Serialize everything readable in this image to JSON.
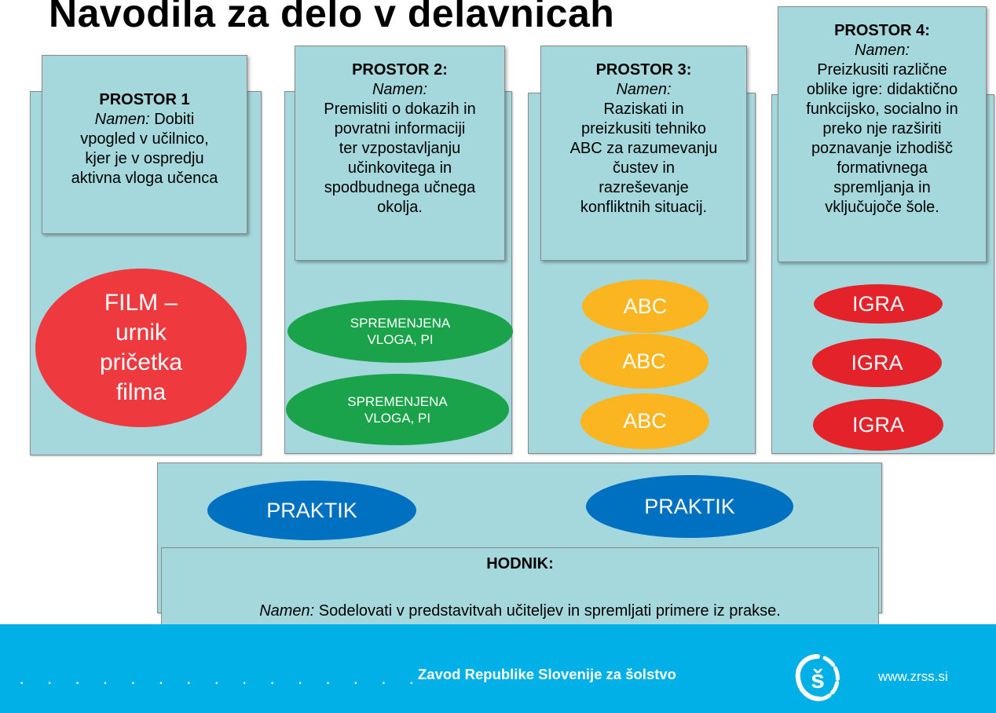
{
  "title": "Navodila za delo v delavnicah",
  "spaces": [
    {
      "heading": "PROSTOR 1",
      "purpose_label": "Namen:",
      "purpose_lines_first": "Dobiti",
      "purpose_lines": [
        "vpogled v učilnico,",
        "kjer je v ospredju",
        "aktivna vloga učenca"
      ],
      "activities": [
        "FILM –",
        "urnik",
        "pričetka",
        "filma"
      ]
    },
    {
      "heading": "PROSTOR 2:",
      "purpose_label": "Namen:",
      "purpose_lines": [
        "Premisliti o dokazih in",
        "povratni informaciji",
        "ter vzpostavljanju",
        "učinkovitega in",
        "spodbudnega učnega",
        "okolja."
      ],
      "activities": [
        [
          "SPREMENJENA",
          "VLOGA, PI"
        ],
        [
          "SPREMENJENA",
          "VLOGA, PI"
        ]
      ]
    },
    {
      "heading": "PROSTOR 3:",
      "purpose_label": "Namen:",
      "purpose_lines": [
        "Raziskati in",
        "preizkusiti tehniko",
        "ABC za razumevanju",
        "čustev in",
        "razreševanje",
        "konfliktnih situacij."
      ],
      "activities": [
        "ABC",
        "ABC",
        "ABC"
      ]
    },
    {
      "heading": "PROSTOR 4:",
      "purpose_label": "Namen:",
      "purpose_lines": [
        "Preizkusiti različne",
        "oblike igre: didaktično",
        "funkcijsko, socialno in",
        "preko nje razširiti",
        "poznavanje  izhodišč",
        "formativnega",
        "spremljanja in",
        "vključujoče šole."
      ],
      "activities": [
        "IGRA",
        "IGRA",
        "IGRA"
      ]
    }
  ],
  "hallway": {
    "activities": [
      "PRAKTIK",
      "PRAKTIK"
    ],
    "heading": "HODNIK:",
    "purpose_label": "Namen:",
    "purpose_text": "Sodelovati v predstavitvah učiteljev in spremljati primere iz prakse."
  },
  "footer": {
    "dots": "· · · · · · · · · · · · · · ·",
    "organization": "Zavod Republike Slovenije za šolstvo",
    "website": "www.zrss.si"
  },
  "colors": {
    "panel": "#a5d8dd",
    "green": "#1aa34a",
    "yellow": "#fbb520",
    "red": "#e32229",
    "blue": "#0070c0",
    "footer": "#00b0e6"
  }
}
